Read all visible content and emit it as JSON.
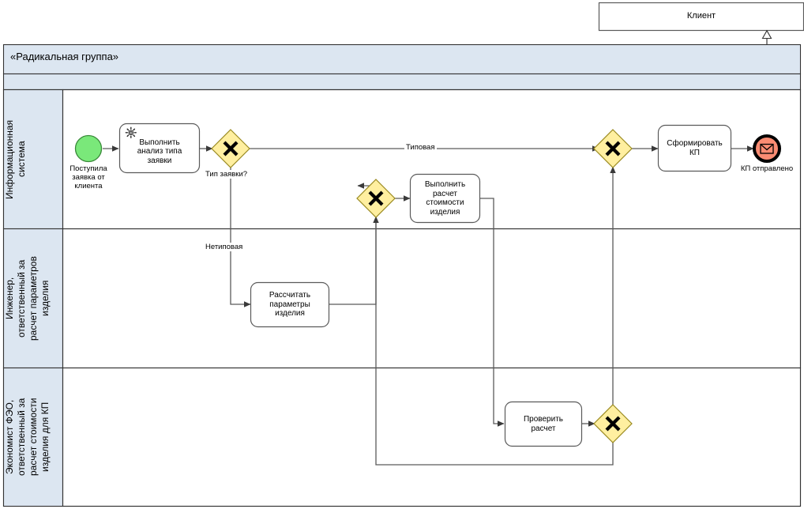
{
  "client_pool": {
    "title": "Клиент"
  },
  "pool": {
    "title": "«Радикальная группа»"
  },
  "lanes": [
    {
      "label": "Информационная\nсистема"
    },
    {
      "label": "Инженер,\nответственный за\nрасчет параметров\nизделия"
    },
    {
      "label": "Экономист ФЭО,\nответственный за\nрасчет стоимости\nизделия для КП"
    }
  ],
  "events": [
    {
      "id": "start",
      "label": "Поступила\nзаявка от\nклиента",
      "type": "start-event",
      "color": "#7ae87a"
    },
    {
      "id": "end",
      "label": "КП отправлено",
      "type": "end-message-event",
      "color": "#fa8c73"
    }
  ],
  "tasks": [
    {
      "id": "analyze",
      "label": "Выполнить\nанализ типа\nзаявки",
      "icon": "gear-icon"
    },
    {
      "id": "calc-params",
      "label": "Рассчитать\nпараметры\nизделия",
      "icon": ""
    },
    {
      "id": "calc-cost",
      "label": "Выполнить\nрасчет\nстоимости\nизделия",
      "icon": ""
    },
    {
      "id": "check-calc",
      "label": "Проверить\nрасчет",
      "icon": ""
    },
    {
      "id": "make-kp",
      "label": "Сформировать\nКП",
      "icon": ""
    }
  ],
  "gateways": [
    {
      "id": "gw1",
      "label": "Тип заявки?",
      "type": "exclusive-gateway"
    },
    {
      "id": "gw2",
      "label": "",
      "type": "exclusive-gateway"
    },
    {
      "id": "gw3",
      "label": "",
      "type": "exclusive-gateway"
    },
    {
      "id": "gw4",
      "label": "",
      "type": "exclusive-gateway"
    }
  ],
  "flow_labels": [
    {
      "id": "typical",
      "label": "Типовая"
    },
    {
      "id": "nontypical",
      "label": "Нетиповая"
    }
  ],
  "colors": {
    "lane_header_fill": "#dce6f1",
    "gateway_fill": "#ffefa0",
    "start_fill": "#7ae87a",
    "end_fill": "#fa8c73",
    "stroke": "#000000",
    "flow_stroke": "#5a5a5a",
    "task_stroke": "#5a5a5a"
  }
}
